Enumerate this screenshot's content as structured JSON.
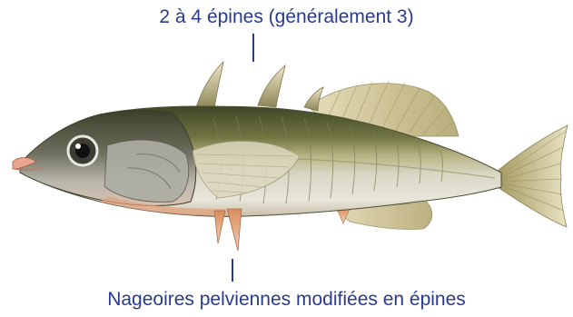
{
  "labels": {
    "top": "2 à 4 épines (généralement 3)",
    "bottom": "Nageoires pelviennes modifiées en épines"
  },
  "colors": {
    "label_text": "#2a3a8f",
    "fish_back": "#4f5a33",
    "fish_belly": "#e3e1d2",
    "fish_fins": "#d8cfa8",
    "spine_tint": "#e3a27d"
  },
  "illustration": "three-spined-stickleback"
}
